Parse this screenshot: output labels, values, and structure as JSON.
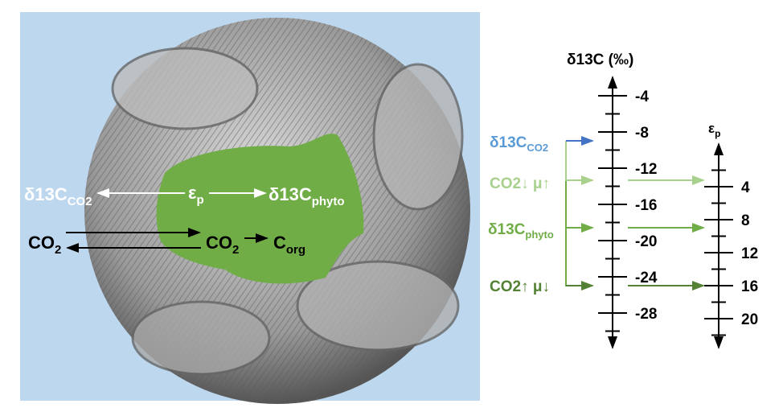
{
  "cell": {
    "delta_co2": {
      "main": "δ13C",
      "sub": "CO2"
    },
    "epsilon": {
      "main": "ε",
      "sub": "p"
    },
    "delta_phyto": {
      "main": "δ13C",
      "sub": "phyto"
    },
    "co2_out": {
      "main": "CO",
      "sub": "2"
    },
    "co2_in": {
      "main": "CO",
      "sub": "2"
    },
    "corg": {
      "main": "C",
      "sub": "org"
    }
  },
  "scale": {
    "title": "δ13C (‰)",
    "ticks": [
      "-4",
      "-8",
      "-12",
      "-16",
      "-20",
      "-24",
      "-28"
    ],
    "ep_title": {
      "main": "ε",
      "sub": "p"
    },
    "ep_ticks": [
      "4",
      "8",
      "12",
      "16",
      "20"
    ],
    "labels": {
      "delta_co2": {
        "main": "δ13C",
        "sub": "CO2"
      },
      "low_co2": "CO2↓ μ↑",
      "delta_phyto": {
        "main": "δ13C",
        "sub": "phyto"
      },
      "high_co2": "CO2↑ μ↓"
    }
  },
  "colors": {
    "background": "#bdd7ee",
    "cell": "#70ad47",
    "blue": "#5b9bd5",
    "blue_arrow": "#4472c4",
    "light_green": "#a9d18e",
    "green": "#70ad47",
    "dark_green": "#548235"
  }
}
